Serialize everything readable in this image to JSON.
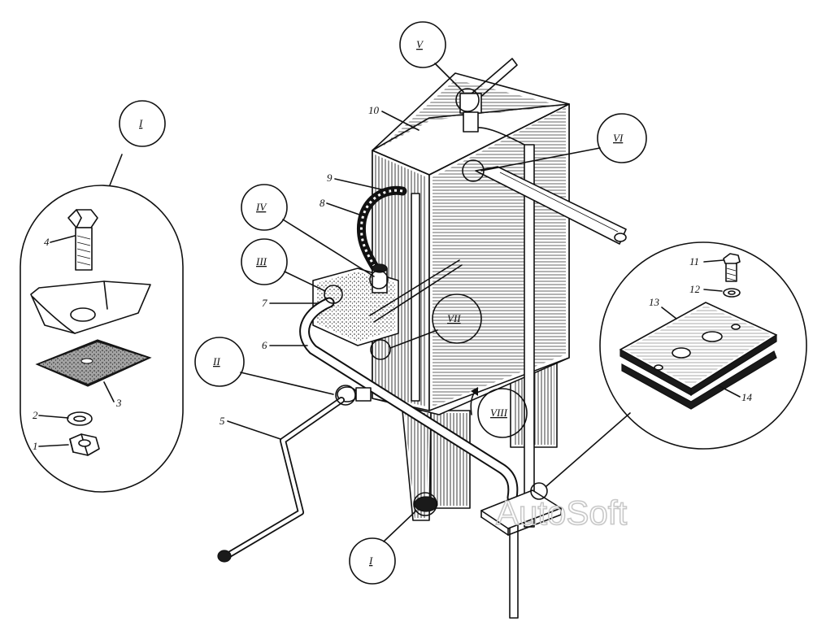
{
  "diagram": {
    "callouts": [
      {
        "id": "c-I-top",
        "label": "I"
      },
      {
        "id": "c-I-bottom",
        "label": "I"
      },
      {
        "id": "c-II",
        "label": "II"
      },
      {
        "id": "c-III",
        "label": "III"
      },
      {
        "id": "c-IV",
        "label": "IV"
      },
      {
        "id": "c-V",
        "label": "V"
      },
      {
        "id": "c-VI",
        "label": "VI"
      },
      {
        "id": "c-VII",
        "label": "VII"
      },
      {
        "id": "c-VIII",
        "label": "VIII"
      }
    ],
    "part_numbers": [
      {
        "id": "n1",
        "label": "1"
      },
      {
        "id": "n2",
        "label": "2"
      },
      {
        "id": "n3",
        "label": "3"
      },
      {
        "id": "n4",
        "label": "4"
      },
      {
        "id": "n5",
        "label": "5"
      },
      {
        "id": "n6",
        "label": "6"
      },
      {
        "id": "n7",
        "label": "7"
      },
      {
        "id": "n8",
        "label": "8"
      },
      {
        "id": "n9",
        "label": "9"
      },
      {
        "id": "n10",
        "label": "10"
      },
      {
        "id": "n11",
        "label": "11"
      },
      {
        "id": "n12",
        "label": "12"
      },
      {
        "id": "n13",
        "label": "13"
      },
      {
        "id": "n14",
        "label": "14"
      }
    ],
    "watermark": "AutoSoft"
  }
}
